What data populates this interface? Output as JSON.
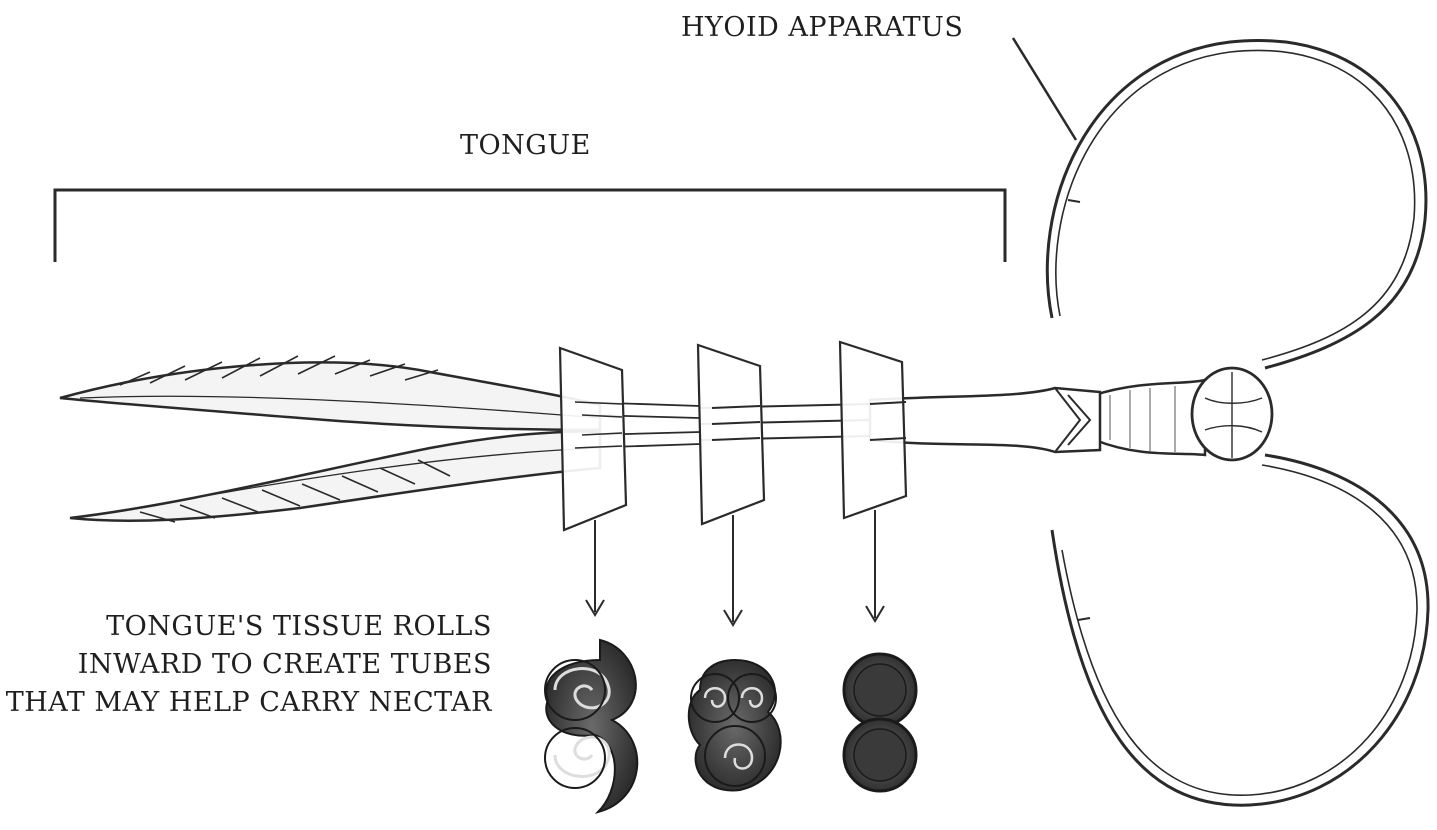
{
  "labels": {
    "hyoid": "HYOID APPARATUS",
    "tongue": "TONGUE",
    "tissue_rolls": [
      "TONGUE'S TISSUE ROLLS",
      "INWARD TO CREATE TUBES",
      "THAT MAY HELP CARRY NECTAR"
    ]
  },
  "colors": {
    "ink": "#2a2a2a",
    "paper": "#ffffff",
    "shade": "#555555"
  }
}
